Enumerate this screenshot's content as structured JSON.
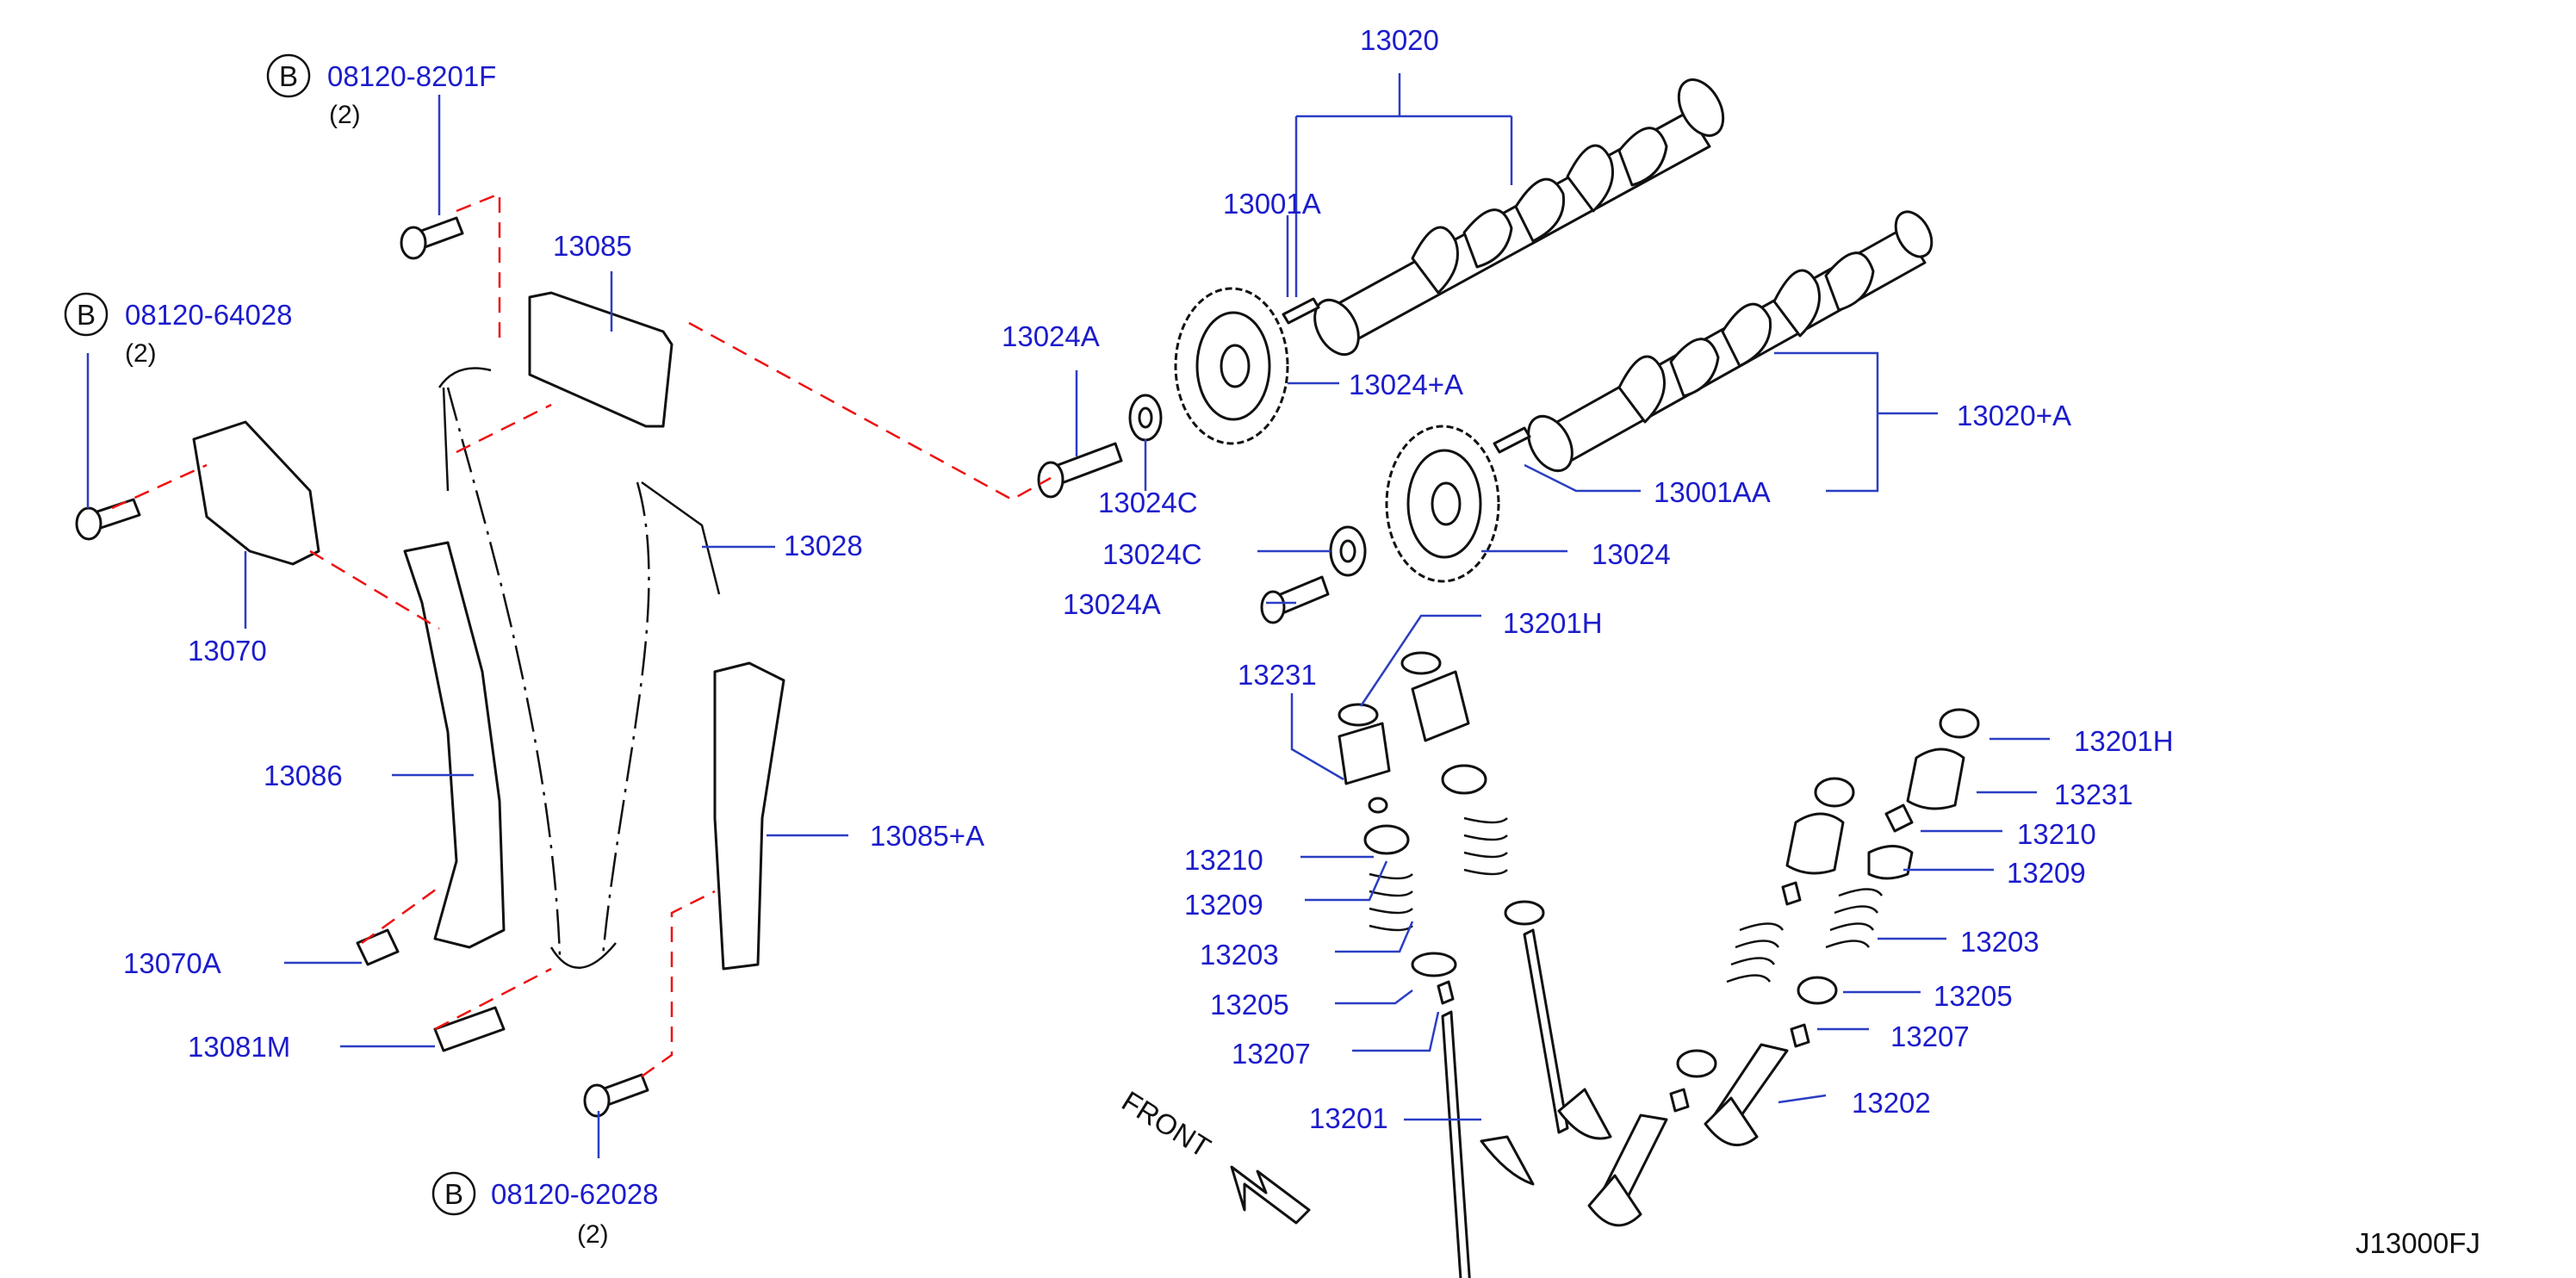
{
  "labels": {
    "p13020": "13020",
    "p13001A": "13001A",
    "p13024A_top": "13024A",
    "p13024plusA": "13024+A",
    "p13020plusA": "13020+A",
    "p13001AA": "13001AA",
    "p13024C_top": "13024C",
    "p13024C_mid": "13024C",
    "p13024": "13024",
    "p13024A_mid": "13024A",
    "p13201H_left": "13201H",
    "p13231_left": "13231",
    "p13201H_right": "13201H",
    "p13231_right": "13231",
    "p13210_right": "13210",
    "p13209_right": "13209",
    "p13203_right": "13203",
    "p13205_right": "13205",
    "p13207_right": "13207",
    "p13202": "13202",
    "p13210_left": "13210",
    "p13209_left": "13209",
    "p13203_left": "13203",
    "p13205_left": "13205",
    "p13207_left": "13207",
    "p13201": "13201",
    "p13085": "13085",
    "p13028": "13028",
    "p13070": "13070",
    "p13086": "13086",
    "p13085plusA": "13085+A",
    "p13070A": "13070A",
    "p13081M": "13081M",
    "bolt1": "08120-8201F",
    "bolt2": "08120-64028",
    "bolt3": "08120-62028"
  },
  "quantities": {
    "bolt1": "(2)",
    "bolt2": "(2)",
    "bolt3": "(2)"
  },
  "badges": {
    "bolt1": "B",
    "bolt2": "B",
    "bolt3": "B"
  },
  "front_label": "FRONT",
  "drawing_code": "J13000FJ",
  "colors": {
    "label": "#1c1ccc",
    "leader": "#2a3ec4",
    "dashed_line": "#e11111",
    "outline": "#111111"
  }
}
